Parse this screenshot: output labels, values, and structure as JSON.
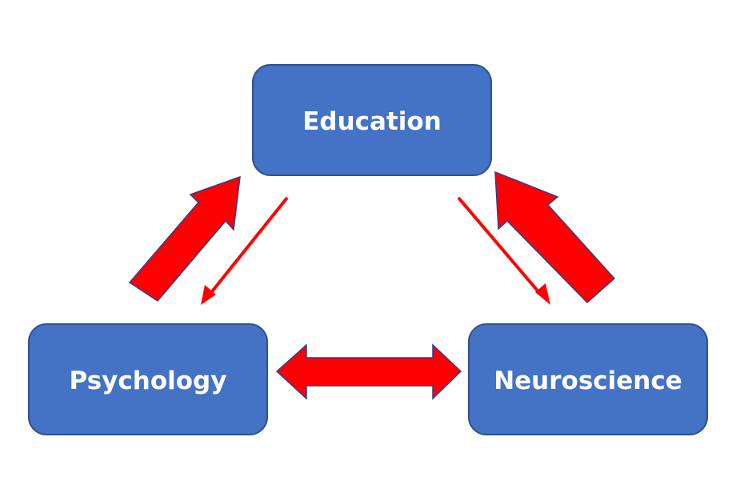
{
  "colors": {
    "box_fill": "#4472C4",
    "box_stroke": "#2F528F",
    "arrow_fill": "#FF0000",
    "arrow_stroke": "#2F3F8F",
    "label_color": "#FFFFFF"
  },
  "nodes": {
    "education": {
      "label": "Education"
    },
    "psychology": {
      "label": "Psychology"
    },
    "neuroscience": {
      "label": "Neuroscience"
    }
  },
  "edges": [
    {
      "from": "Psychology",
      "to": "Education",
      "style": "thick-block-arrow"
    },
    {
      "from": "Education",
      "to": "Psychology",
      "style": "thin-line-arrow"
    },
    {
      "from": "Education",
      "to": "Neuroscience",
      "style": "thin-line-arrow"
    },
    {
      "from": "Neuroscience",
      "to": "Education",
      "style": "thick-block-arrow"
    },
    {
      "from": "Psychology",
      "to": "Neuroscience",
      "style": "double-block-arrow"
    }
  ]
}
